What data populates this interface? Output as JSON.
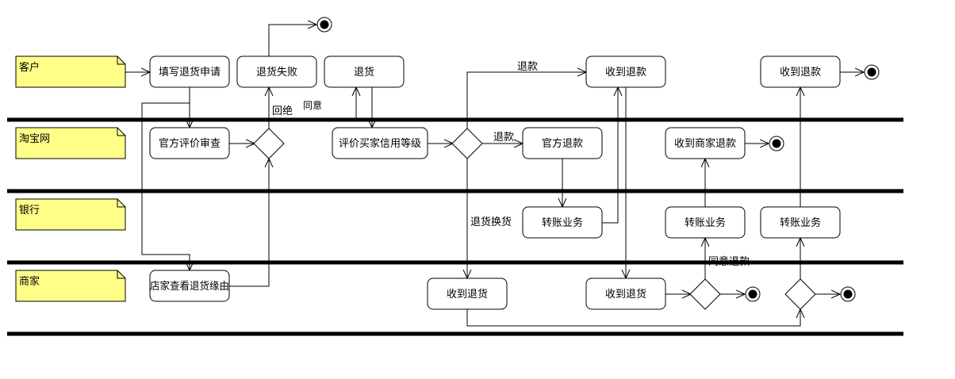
{
  "lanes": [
    {
      "label": "客户"
    },
    {
      "label": "淘宝网"
    },
    {
      "label": "银行"
    },
    {
      "label": "商家"
    }
  ],
  "activities": {
    "fill_request": "填写退货申请",
    "return_failed": "退货失败",
    "return_goods": "退货",
    "refund_received_1": "收到退款",
    "refund_received_2": "收到退款",
    "official_review": "官方评价审查",
    "rate_credit": "评价买家信用等级",
    "official_refund": "官方退款",
    "merchant_refund_received": "收到商家退款",
    "transfer_1": "转账业务",
    "transfer_2": "转账业务",
    "transfer_3": "转账业务",
    "merchant_view_reason": "店家查看退货缘由",
    "goods_received_1": "收到退货",
    "goods_received_2": "收到退货"
  },
  "edge_labels": {
    "reject": "回绝",
    "agree": "同意",
    "refund_top": "退款",
    "refund_mid": "退款",
    "exchange": "退货换货",
    "agree_refund": "同意退款"
  },
  "colors": {
    "note_fill": "#ffff88",
    "line": "#000000",
    "lane_line": "#000000"
  }
}
